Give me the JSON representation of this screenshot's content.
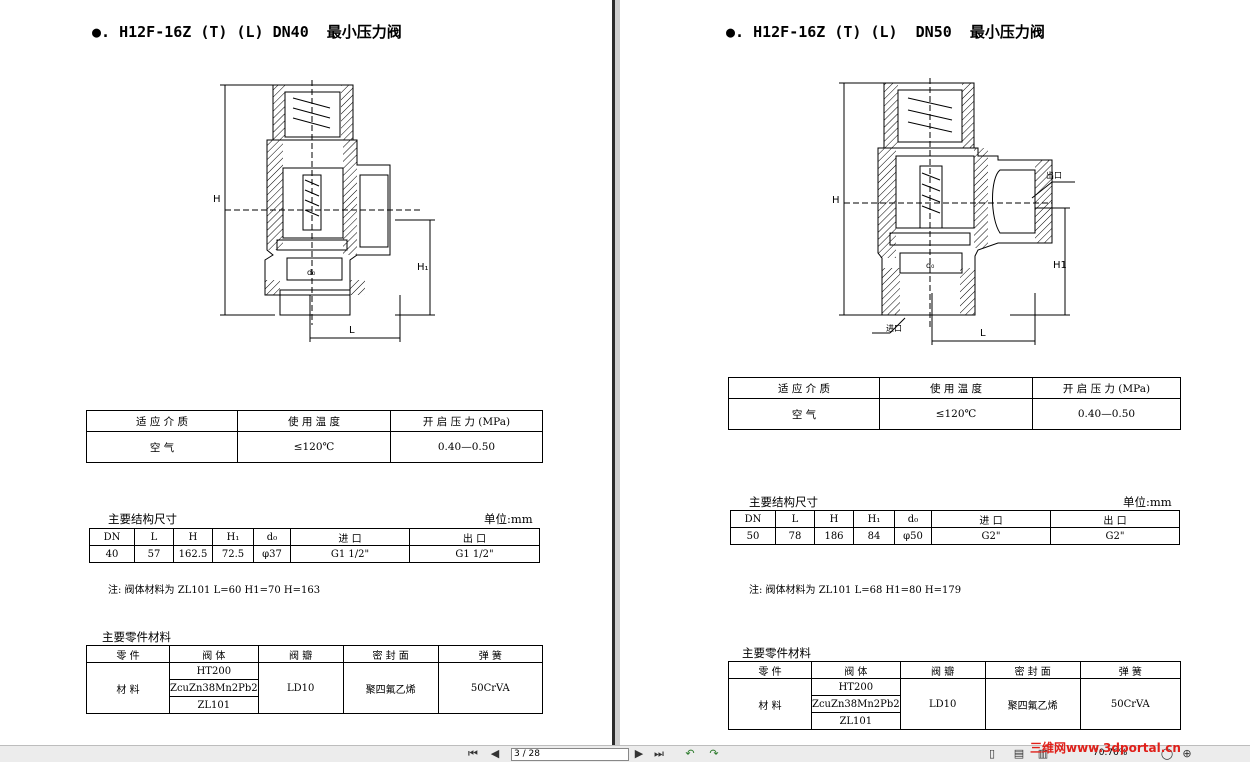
{
  "left": {
    "title": "●. H12F-16Z (T) (L) DN40  最小压力阀",
    "media_table": {
      "headers": [
        "适 应 介 质",
        "使 用 温 度",
        "开 启 压 力  (MPa)"
      ],
      "values": [
        "空 气",
        "≤120℃",
        "0.40—0.50"
      ]
    },
    "dim_caption": "主要结构尺寸",
    "dim_unit": "单位:mm",
    "dim_table": {
      "headers": [
        "DN",
        "L",
        "H",
        "H₁",
        "d₀",
        "进  口",
        "出  口"
      ],
      "values": [
        "40",
        "57",
        "162.5",
        "72.5",
        "φ37",
        "G1 1/2\"",
        "G1 1/2\""
      ]
    },
    "note": "注: 阀体材料为 ZL101 L=60 H1=70 H=163",
    "mat_caption": "主要零件材料",
    "mat_table": {
      "headers": [
        "零  件",
        "阀  体",
        "阀  瓣",
        "密 封 面",
        "弹  簧"
      ],
      "row_label": "材  料",
      "body_options": [
        "HT200",
        "ZcuZn38Mn2Pb2",
        "ZL101"
      ],
      "disc": "LD10",
      "seal": "聚四氟乙烯",
      "spring": "50CrVA"
    },
    "drawing_labels": {
      "H": "H",
      "H1": "H₁",
      "d0": "d₀",
      "L": "L"
    }
  },
  "right": {
    "title": "●. H12F-16Z (T) (L)  DN50  最小压力阀",
    "media_table": {
      "headers": [
        "适 应 介 质",
        "使 用 温 度",
        "开 启 压 力  (MPa)"
      ],
      "values": [
        "空 气",
        "≤120℃",
        "0.40—0.50"
      ]
    },
    "dim_caption": "主要结构尺寸",
    "dim_unit": "单位:mm",
    "dim_table": {
      "headers": [
        "DN",
        "L",
        "H",
        "H₁",
        "d₀",
        "进  口",
        "出  口"
      ],
      "values": [
        "50",
        "78",
        "186",
        "84",
        "φ50",
        "G2\"",
        "G2\""
      ]
    },
    "note": "注: 阀体材料为 ZL101 L=68 H1=80 H=179",
    "mat_caption": "主要零件材料",
    "mat_table": {
      "headers": [
        "零  件",
        "阀  体",
        "阀  瓣",
        "密 封 面",
        "弹  簧"
      ],
      "row_label": "材  料",
      "body_options": [
        "HT200",
        "ZcuZn38Mn2Pb2",
        "ZL101"
      ],
      "disc": "LD10",
      "seal": "聚四氟乙烯",
      "spring": "50CrVA"
    },
    "drawing_labels": {
      "H": "H",
      "H1": "H1",
      "d0": "d₀",
      "L": "L",
      "outlet": "出口",
      "inlet": "进口"
    }
  },
  "toolbar": {
    "page_field": "3 / 28",
    "zoom": "70.76%",
    "icons": [
      "first-page-icon",
      "prev-page-icon",
      "next-page-icon",
      "last-page-icon",
      "back-icon",
      "forward-icon",
      "single-page-icon",
      "continuous-icon",
      "facing-icon",
      "zoom-out-icon",
      "zoom-in-icon"
    ]
  },
  "watermark": "三维网www.3dportal.cn"
}
